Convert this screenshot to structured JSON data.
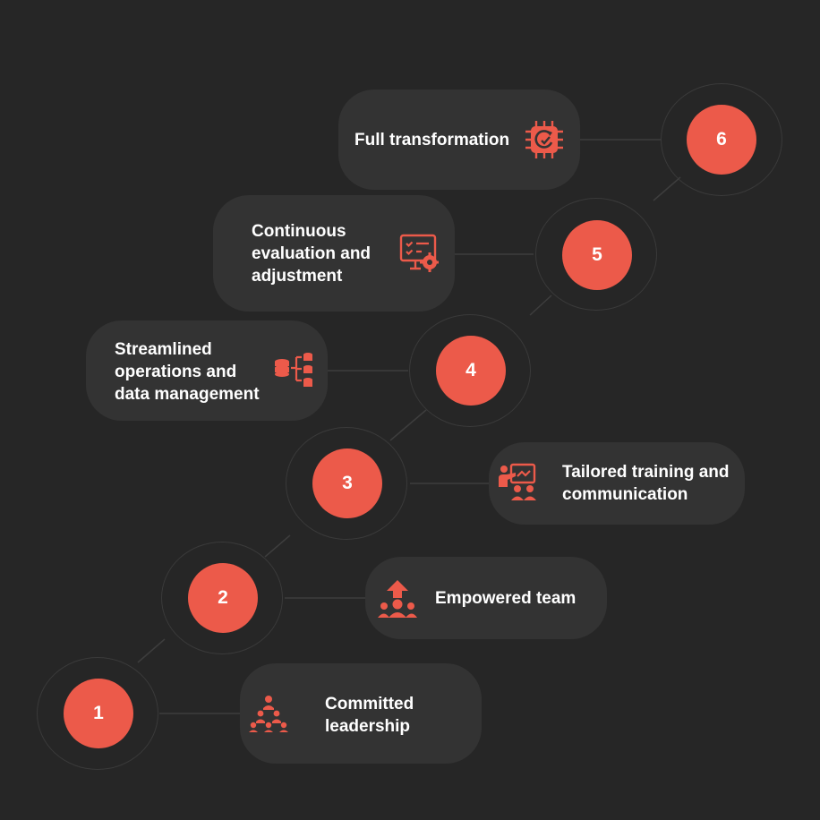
{
  "accent_color": "#ec5a4a",
  "background_color": "#262626",
  "card_color": "#333333",
  "steps": [
    {
      "number": "1",
      "text": "Committed leadership",
      "icon": "hierarchy-icon"
    },
    {
      "number": "2",
      "text": "Empowered team",
      "icon": "team-growth-icon"
    },
    {
      "number": "3",
      "text": "Tailored training and communication",
      "icon": "training-presentation-icon"
    },
    {
      "number": "4",
      "text": "Streamlined operations and data management",
      "icon": "database-flow-icon"
    },
    {
      "number": "5",
      "text": "Continuous evaluation and adjustment",
      "icon": "monitor-gear-icon"
    },
    {
      "number": "6",
      "text": "Full transformation",
      "icon": "chip-cycle-icon"
    }
  ]
}
